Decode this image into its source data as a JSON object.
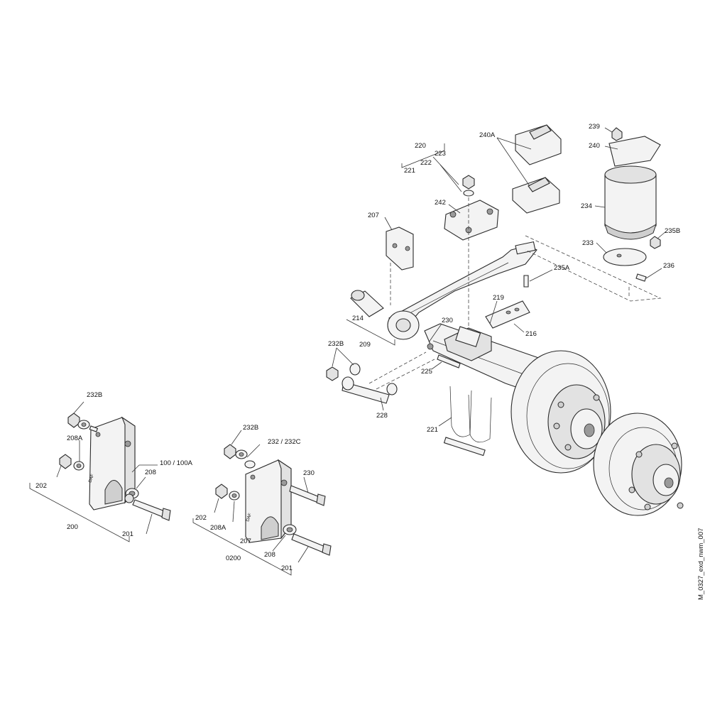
{
  "drawing_code": "M_0327_exd_nwm_007",
  "callouts": {
    "c200": "200",
    "c201a": "201",
    "c202a": "202",
    "c208Aa": "208A",
    "c208a": "208",
    "c232Ba": "232B",
    "c100": "100 / 100A",
    "c0200": "0200",
    "c201b": "201",
    "c202b": "202",
    "c208Ab": "208A",
    "c208b": "208",
    "c207b": "207",
    "c232Bb": "232B",
    "c232": "232 / 232C",
    "c230b": "230",
    "c220": "220",
    "c221a": "221",
    "c222": "222",
    "c223": "223",
    "c207a": "207",
    "c242": "242",
    "c240A": "240A",
    "c239": "239",
    "c240": "240",
    "c234": "234",
    "c233": "233",
    "c235B": "235B",
    "c236": "236",
    "c235A": "235A",
    "c214": "214",
    "c209": "209",
    "c219": "219",
    "c230a": "230",
    "c216": "216",
    "c232Bc": "232B",
    "c225": "225",
    "c228": "228",
    "c221b": "221"
  }
}
